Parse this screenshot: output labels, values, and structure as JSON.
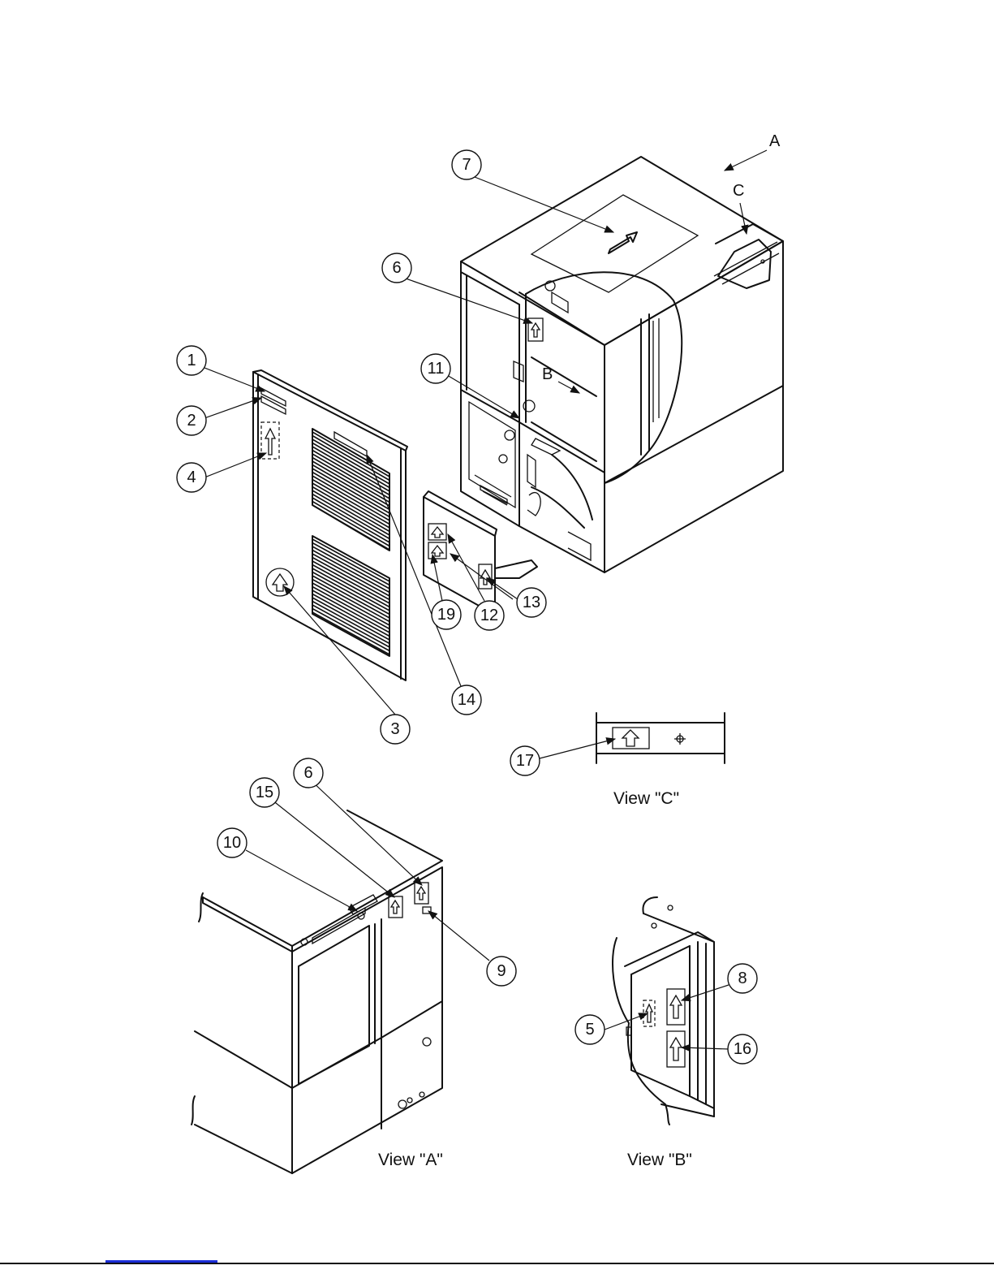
{
  "callouts": {
    "c1": "1",
    "c2": "2",
    "c3": "3",
    "c4": "4",
    "c5": "5",
    "c6": "6",
    "c7": "7",
    "c8": "8",
    "c9": "9",
    "c10": "10",
    "c11": "11",
    "c12": "12",
    "c13": "13",
    "c14": "14",
    "c15": "15",
    "c16": "16",
    "c17": "17",
    "c19": "19",
    "c6b": "6"
  },
  "letters": {
    "a": "A",
    "b": "B",
    "c": "C"
  },
  "captions": {
    "view_a": "View \"A\"",
    "view_b": "View \"B\"",
    "view_c": "View \"C\""
  }
}
